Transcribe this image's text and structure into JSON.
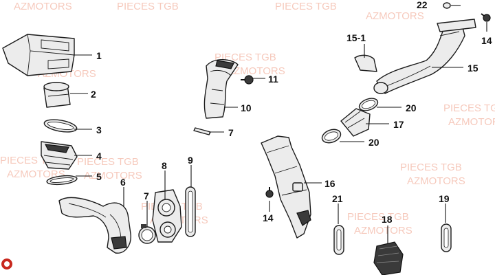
{
  "watermarks": {
    "line1": "PIECES TGB",
    "line2": "AZMOTORS"
  },
  "callouts": {
    "c1": "1",
    "c2": "2",
    "c3": "3",
    "c4": "4",
    "c5": "5",
    "c6": "6",
    "c7a": "7",
    "c7b": "7",
    "c8": "8",
    "c9": "9",
    "c10": "10",
    "c11": "11",
    "c14a": "14",
    "c14b": "14",
    "c15": "15",
    "c15_1": "15-1",
    "c16": "16",
    "c17": "17",
    "c18": "18",
    "c19": "19",
    "c20a": "20",
    "c20b": "20",
    "c21": "21",
    "c22": "22"
  },
  "colors": {
    "watermark": "#f3b7a6",
    "logo": "#c8281e",
    "line": "#1a1a1a"
  }
}
